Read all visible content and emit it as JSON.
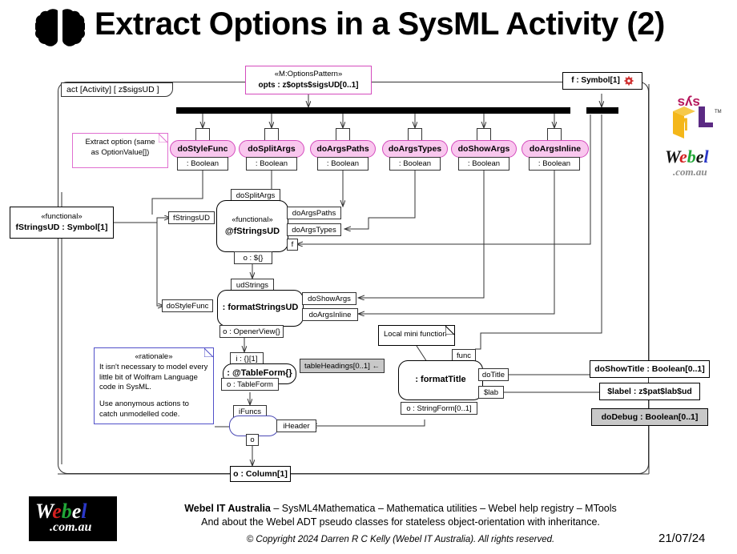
{
  "title": {
    "text": "Extract Options in a SysML Activity (2)",
    "icon": "brain-icon"
  },
  "activity_frame": {
    "keyword": "act",
    "kind": "[Activity]",
    "param": "[ z$sigsUD ]",
    "tab_label": "act [Activity]  [ z$sigsUD ]"
  },
  "options_block": {
    "stereotype": "«M:OptionsPattern»",
    "signature": "opts : z$opts$sigsUD[0..1]",
    "border_color": "#d44bbd"
  },
  "symbol_param": {
    "label": "f : Symbol[1]",
    "icon": "gear-icon",
    "icon_color": "#cf3131"
  },
  "notes": [
    {
      "name": "note-extract-option",
      "lines": [
        "Extract option (same",
        "as OptionValue[])"
      ],
      "color": "#e06fd0"
    },
    {
      "name": "note-rationale",
      "stereotype": "«rationale»",
      "lines": [
        "It isn't necessary to model",
        "every little bit of Wolfram",
        "Language code in SysML.",
        "",
        "Use anonymous actions to",
        "catch unmodelled code."
      ],
      "color": "#5150c9"
    },
    {
      "name": "note-local-mini-function",
      "lines": [
        "Local mini function"
      ],
      "color": "#000000"
    }
  ],
  "option_actions": [
    {
      "name": "doStyleFunc",
      "type": ": Boolean"
    },
    {
      "name": "doSplitArgs",
      "type": ": Boolean"
    },
    {
      "name": "doArgsPaths",
      "type": ": Boolean"
    },
    {
      "name": "doArgsTypes",
      "type": ": Boolean"
    },
    {
      "name": "doShowArgs",
      "type": ": Boolean"
    },
    {
      "name": "doArgsInline",
      "type": ": Boolean"
    }
  ],
  "objects": {
    "fstringsud": {
      "stereotype": "«functional»",
      "label": "fStringsUD : Symbol[1]"
    },
    "column_out": {
      "label": "o : Column[1]"
    }
  },
  "actions": {
    "fstringsud_call": {
      "stereotype": "«functional»",
      "label": "@fStringsUD"
    },
    "format_strings": {
      "label": ": formatStringsUD"
    },
    "table_form": {
      "label": ": @TableForm{}"
    },
    "anonymous": {
      "label": ""
    },
    "format_title": {
      "label": ": formatTitle"
    }
  },
  "pins": {
    "fstringsud_in": "fStringsUD",
    "dosplitargs": "doSplitArgs",
    "doargspaths": "doArgsPaths",
    "doargstypes": "doArgsTypes",
    "f": "f",
    "out_dollar": "o : ${}",
    "udstrings": "udStrings",
    "dostylefunc": "doStyleFunc",
    "doshowargs": "doShowArgs",
    "doargsinline": "doArgsInline",
    "out_openerview": "o : OpenerView{}",
    "in_braces": "i : {}[1]",
    "tableheadings": "tableHeadings[0..1] ←",
    "out_tableform": "o : TableForm",
    "ifuncs": "iFuncs",
    "iheader": "iHeader",
    "out_o": "o",
    "func": "func",
    "dotitle": "doTitle",
    "slab": "$lab",
    "out_stringform": "o : StringForm[0..1]"
  },
  "right_params": [
    {
      "name": "doShowTitle",
      "label": "doShowTitle : Boolean[0..1]",
      "grey": false
    },
    {
      "name": "label",
      "label": "$label : z$pat$lab$ud",
      "grey": false
    },
    {
      "name": "doDebug",
      "label": "doDebug : Boolean[0..1]",
      "grey": true
    }
  ],
  "logos": {
    "sysml": {
      "sys_text": "sys",
      "ml_text": "ML",
      "tm": "TM",
      "sys_color": "#b5175c",
      "m_color": "#f4b71a",
      "l_color": "#5b2a83"
    },
    "webel_right": {
      "parts": [
        {
          "t": "W",
          "c": "#111111"
        },
        {
          "t": "e",
          "c": "#d32020"
        },
        {
          "t": "b",
          "c": "#21a637"
        },
        {
          "t": "e",
          "c": "#111111"
        },
        {
          "t": "l",
          "c": "#2b38c8"
        }
      ],
      "domain": ".com.au",
      "domain_color": "#8a8a8a"
    },
    "webel_footer": {
      "parts": [
        {
          "t": "W",
          "c": "#ffffff"
        },
        {
          "t": "e",
          "c": "#d32020"
        },
        {
          "t": "b",
          "c": "#21a637"
        },
        {
          "t": "e",
          "c": "#ffffff"
        },
        {
          "t": "l",
          "c": "#2b38c8"
        }
      ],
      "domain": ".com.au",
      "domain_color": "#ffffff",
      "bg": "#000000"
    }
  },
  "footer": {
    "line1_bold": "Webel IT Australia",
    "line1_rest": "  – SysML4Mathematica – Mathematica utilities – Webel help registry – MTools",
    "line2": "And about the Webel ADT pseudo classes for stateless object-orientation with inheritance.",
    "copyright": "© Copyright 2024 Darren R C Kelly (Webel IT Australia). All rights reserved.",
    "date": "21/07/24"
  }
}
